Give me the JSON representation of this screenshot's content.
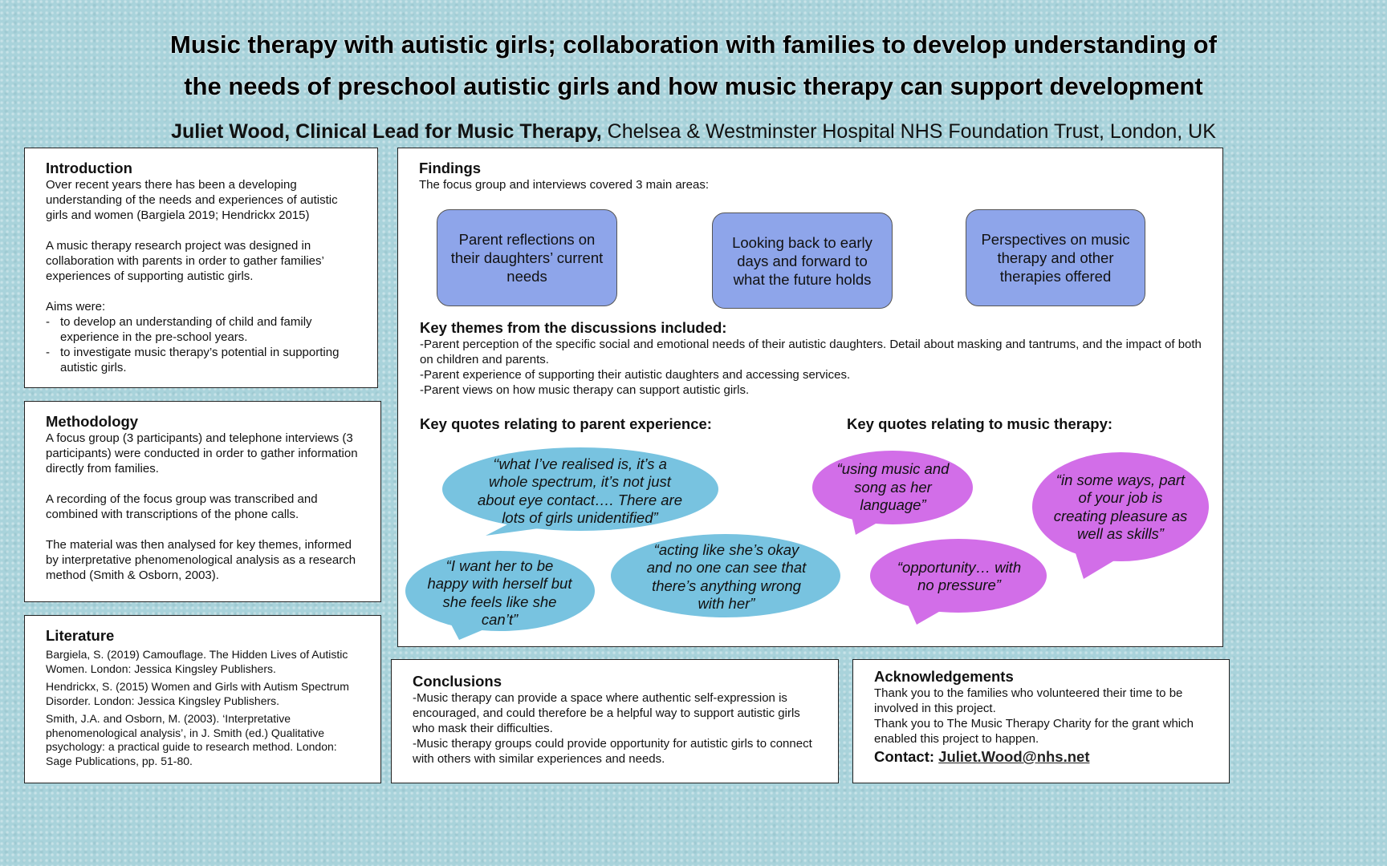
{
  "title": [
    "Music therapy with autistic girls; collaboration with families to develop understanding of",
    "the needs of preschool autistic girls and how music therapy can support development"
  ],
  "author": {
    "name": "Juliet Wood, Clinical Lead for Music Therapy,",
    "affiliation": " Chelsea & Westminster Hospital NHS Foundation Trust, London, UK"
  },
  "introduction": {
    "heading": "Introduction",
    "p1": "Over recent years there has been a developing understanding of the needs and experiences of autistic girls and women (Bargiela 2019; Hendrickx 2015)",
    "p2": "A music therapy research project was designed in collaboration with parents in order to gather families’ experiences of supporting autistic girls.",
    "aims_label": "Aims were:",
    "aims": [
      "to develop an understanding of child and family experience in the pre-school years.",
      "to investigate music therapy’s potential in supporting autistic girls."
    ]
  },
  "methodology": {
    "heading": "Methodology",
    "p1": "A focus group (3 participants) and telephone interviews (3 participants) were conducted in order to gather information directly from families.",
    "p2": "A recording of the focus group was transcribed and combined with transcriptions of the phone calls.",
    "p3": "The material was then analysed for key themes, informed by interpretative phenomenological analysis as a research method (Smith & Osborn, 2003)."
  },
  "literature": {
    "heading": "Literature",
    "refs": [
      "Bargiela, S. (2019) Camouflage. The Hidden Lives of Autistic Women. London: Jessica Kingsley Publishers.",
      "Hendrickx, S. (2015) Women and Girls with Autism Spectrum Disorder. London: Jessica Kingsley Publishers.",
      "Smith, J.A. and Osborn, M. (2003). ‘Interpretative phenomenological analysis’, in J. Smith (ed.) Qualitative psychology: a practical guide to research method. London: Sage Publications, pp. 51-80."
    ]
  },
  "findings": {
    "heading": "Findings",
    "intro": "The focus group and interviews covered 3 main areas:",
    "areas": [
      "Parent reflections on their daughters’ current needs",
      "Looking back to early days and forward to what the future holds",
      "Perspectives on music therapy and other therapies offered"
    ],
    "themes_heading": "Key themes from the discussions included:",
    "themes": [
      "-Parent perception of the specific social and emotional needs of their autistic daughters. Detail about masking and tantrums, and the impact of both on children and parents.",
      "-Parent experience of supporting their autistic daughters and accessing services.",
      "-Parent views on how music therapy can support autistic girls."
    ],
    "parent_quotes_heading": "Key quotes relating to parent experience:",
    "parent_quotes": [
      "‘‘what I’ve realised is, it’s a whole spectrum, it’s not just about eye contact…. There are lots of girls unidentified”",
      "“I want her to be happy with herself but she feels like she can’t”",
      "“acting like she’s okay and no one can see that there’s anything wrong with her”"
    ],
    "music_quotes_heading": "Key quotes relating to music therapy:",
    "music_quotes": [
      "“using music and song as her language”",
      "“opportunity… with no pressure”",
      "“in some ways, part of your job is creating pleasure as well as skills”"
    ],
    "colors": {
      "area_box": "#8ea5ea",
      "parent_bubble": "#78c3e0",
      "music_bubble": "#d26ee8"
    }
  },
  "conclusions": {
    "heading": "Conclusions",
    "points": [
      "-Music therapy can provide a space where authentic self-expression is encouraged, and could therefore be a helpful way to support autistic girls who mask their difficulties.",
      "-Music therapy groups could provide opportunity for autistic girls to connect with others with similar experiences and needs."
    ]
  },
  "acknowledgements": {
    "heading": "Acknowledgements",
    "p1": "Thank you to the families who volunteered their time to be involved in this project.",
    "p2": "Thank you to The Music Therapy Charity for the grant which enabled this project to happen.",
    "contact_label": "Contact: ",
    "contact_email": "Juliet.Wood@nhs.net"
  }
}
